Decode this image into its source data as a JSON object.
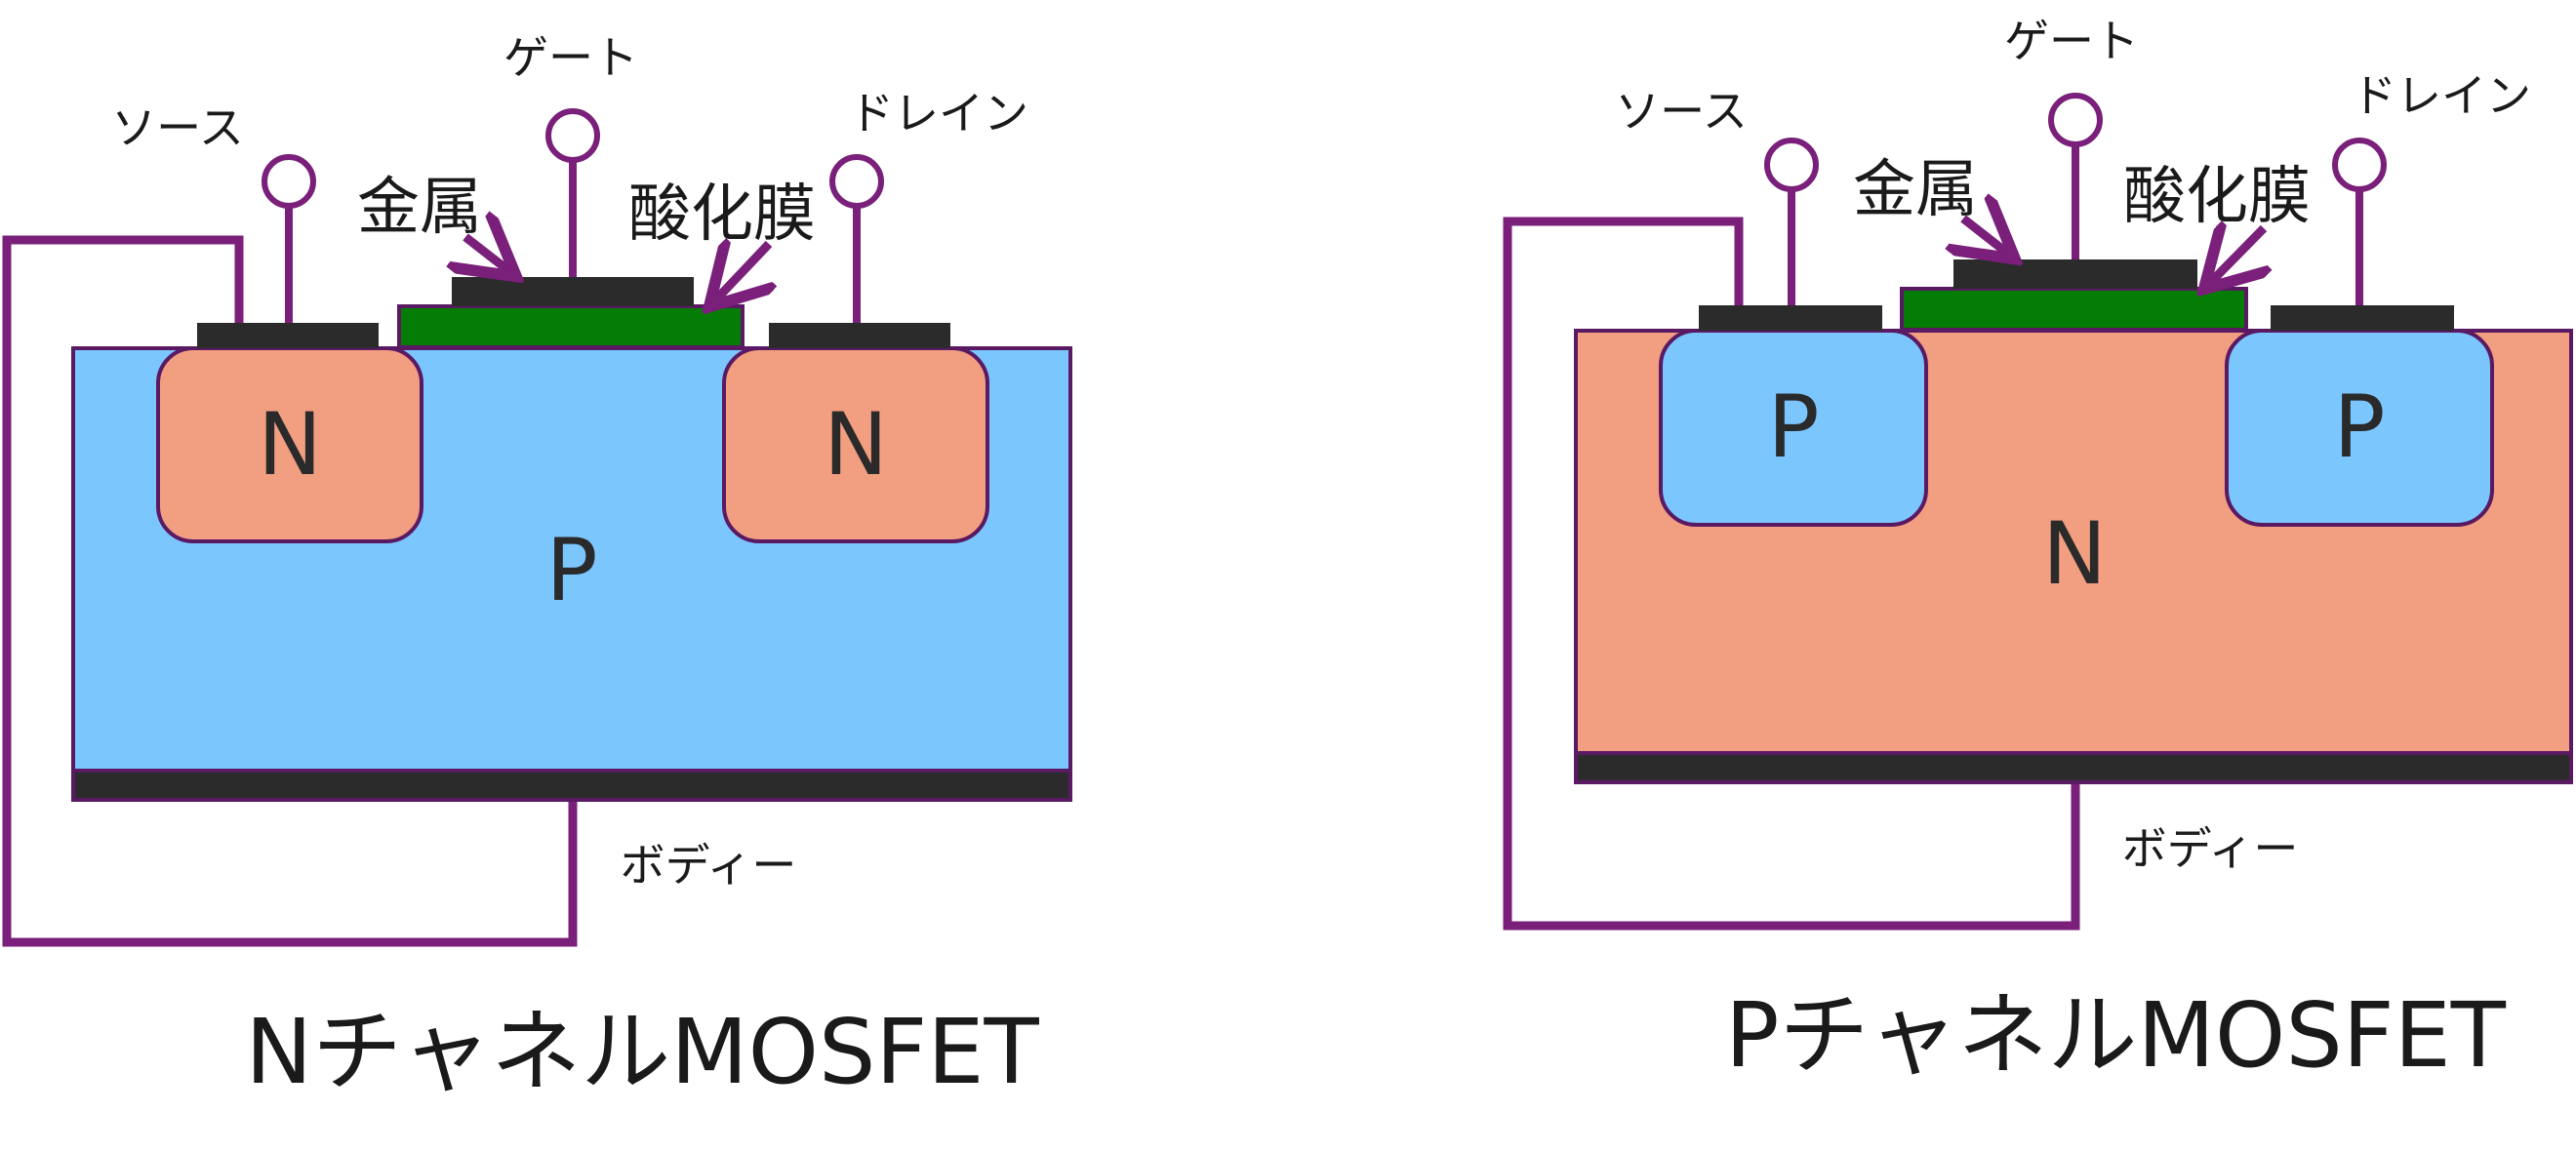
{
  "colors": {
    "p_region": "#7cc6fe",
    "n_region": "#f29e80",
    "metal": "#2b2b2b",
    "oxide": "#057c05",
    "wire": "#7a1f7a"
  },
  "n_channel": {
    "title": "NチャネルMOSFET",
    "substrate": "P",
    "source_well": "N",
    "drain_well": "N",
    "source_label": "ソース",
    "gate_label": "ゲート",
    "drain_label": "ドレイン",
    "metal_label": "金属",
    "oxide_label": "酸化膜",
    "body_label": "ボディー"
  },
  "p_channel": {
    "title": "PチャネルMOSFET",
    "substrate": "N",
    "source_well": "P",
    "drain_well": "P",
    "source_label": "ソース",
    "gate_label": "ゲート",
    "drain_label": "ドレイン",
    "metal_label": "金属",
    "oxide_label": "酸化膜",
    "body_label": "ボディー"
  }
}
